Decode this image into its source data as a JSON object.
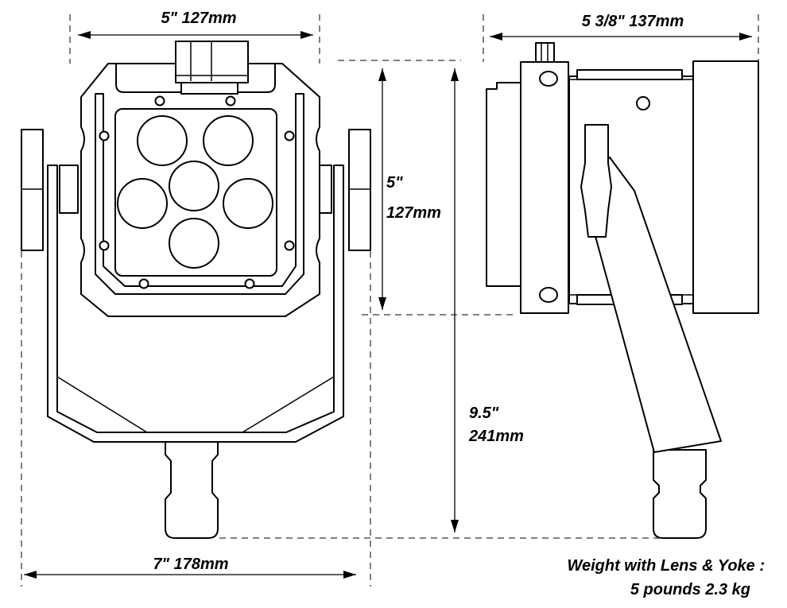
{
  "dimensions": {
    "front_width": "5\"  127mm",
    "side_width": "5 3/8\"  137mm",
    "head_height_in": "5\"",
    "head_height_mm": "127mm",
    "total_height_in": "9.5\"",
    "total_height_mm": "241mm",
    "yoke_width": "7\"  178mm"
  },
  "weight": {
    "label": "Weight with Lens & Yoke :",
    "value": "5 pounds   2.3 kg"
  }
}
